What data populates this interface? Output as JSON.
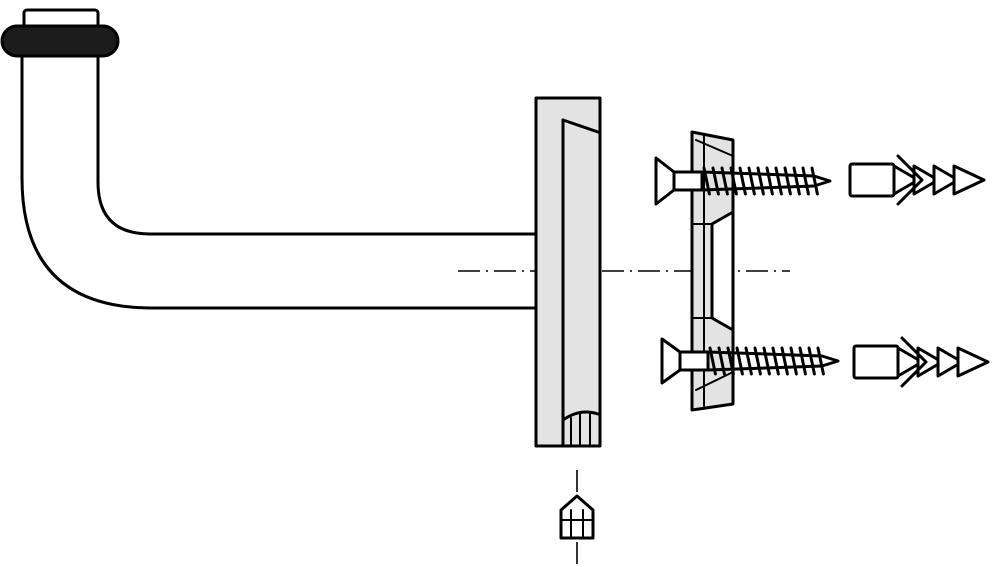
{
  "drawing": {
    "colors": {
      "line": "#000000",
      "part_fill": "#e3e3e3",
      "cap": "#1c1c1c",
      "background": "#ffffff"
    },
    "parts": [
      {
        "id": "hook-arm",
        "icon": "bent-tube"
      },
      {
        "id": "end-cap",
        "icon": "rubber-cap"
      },
      {
        "id": "wall-rosette",
        "icon": "rosette-plate"
      },
      {
        "id": "mounting-plate",
        "icon": "bracket-plate"
      },
      {
        "id": "screw",
        "icon": "wood-screw",
        "count": 2
      },
      {
        "id": "wall-plug",
        "icon": "dowel",
        "count": 2
      },
      {
        "id": "grub-screw",
        "icon": "set-screw"
      }
    ]
  }
}
